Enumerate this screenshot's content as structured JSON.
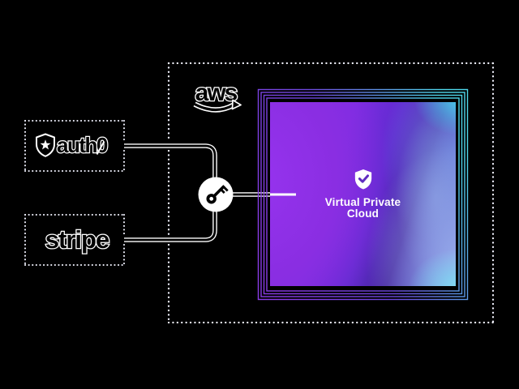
{
  "background": "#000000",
  "aws_container": {
    "logo_text": "aws",
    "border_style": "dotted",
    "border_color": "#ffffff"
  },
  "nodes": {
    "auth0": {
      "label": "auth0",
      "icon": "auth0-shield-star-icon",
      "border_style": "dotted"
    },
    "stripe": {
      "label": "stripe",
      "border_style": "dotted"
    },
    "key_node": {
      "icon": "key-icon",
      "circle_fill": "#ffffff",
      "glyph_color": "#000000"
    },
    "vpc": {
      "label_line1": "Virtual Private",
      "label_line2": "Cloud",
      "icon": "shield-check-icon",
      "fill_colors": {
        "purple": "#8a2ee2",
        "indigo": "#47269e",
        "blue": "#708ae2",
        "periwinkle": "#96aaeb",
        "cyan": "#46d9ee"
      },
      "frame_gradient": {
        "left": "#8a3ce8",
        "right": "#4fd8ec"
      }
    }
  },
  "connections": [
    {
      "from": "auth0",
      "to": "key_node"
    },
    {
      "from": "stripe",
      "to": "key_node"
    },
    {
      "from": "key_node",
      "to": "vpc"
    }
  ],
  "colors": {
    "connector_line": "#ffffff",
    "dotted_border": "#f2f3ff",
    "check_mark": "#5f2cc0"
  }
}
